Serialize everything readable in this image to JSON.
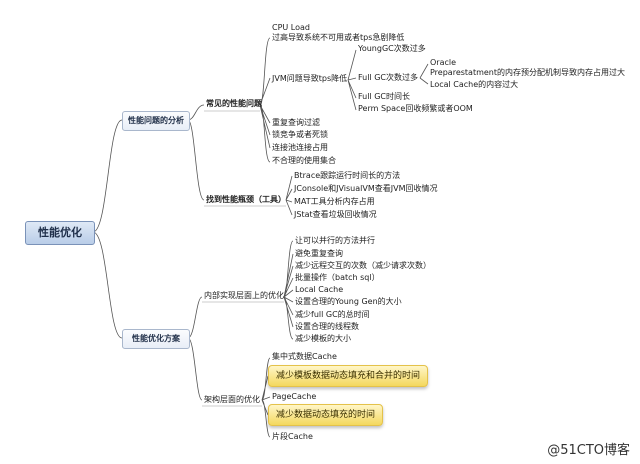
{
  "root": "性能优化",
  "branch1": {
    "label": "性能问题的分析",
    "common": {
      "label": "常见的性能问题",
      "cpu_load": "CPU Load",
      "cpu_note": "过高导致系统不可用或者tps急剧降低",
      "jvm": {
        "label": "JVM问题导致tps降低",
        "young_gc": "YoungGC次数过多",
        "full_gc": {
          "label": "Full GC次数过多",
          "oracle": "Oracle",
          "oracle_note": "Preparestatment的内存预分配机制导致内存占用过大",
          "local_cache": "Local Cache的内容过大"
        },
        "full_gc_time": "Full GC时间长",
        "perm": "Perm Space回收频繁或者OOM"
      },
      "items": [
        "重复查询过滤",
        "锁竞争或者死锁",
        "连接池连接占用",
        "不合理的使用集合"
      ]
    },
    "tools": {
      "label": "找到性能瓶颈（工具）",
      "items": [
        "Btrace跟踪运行时间长的方法",
        "JConsole和JVisualVM查看JVM回收情况",
        "MAT工具分析内存占用",
        "JStat查看垃圾回收情况"
      ]
    }
  },
  "branch2": {
    "label": "性能优化方案",
    "internal": {
      "label": "内部实现层面上的优化",
      "items": [
        "让可以并行的方法并行",
        "避免重复查询",
        "减少远程交互的次数（减少请求次数）",
        "批量操作（batch sql）",
        "Local Cache",
        "设置合理的Young Gen的大小",
        "减少full GC的总时间",
        "设置合理的线程数",
        "减少模板的大小"
      ]
    },
    "arch": {
      "label": "架构层面的优化",
      "centralized": "集中式数据Cache",
      "hl1": "减少模板数据动态填充和合并的时间",
      "pagecache": "PageCache",
      "hl2": "减少数据动态填充的时间",
      "fragment": "片段Cache"
    }
  },
  "watermark": "@51CTO博客"
}
